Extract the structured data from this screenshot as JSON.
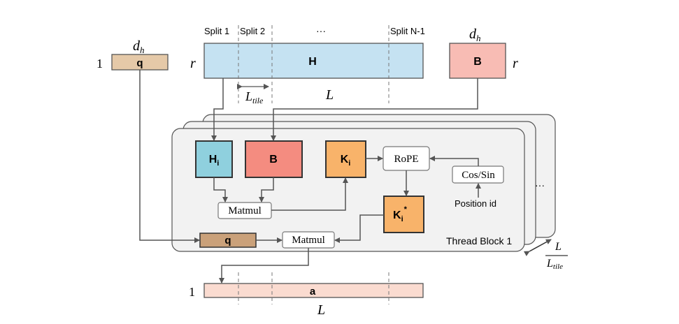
{
  "splits": {
    "split1": "Split 1",
    "split2": "Split 2",
    "dots": "···",
    "splitN": "Split N-1"
  },
  "q_vec": {
    "dim_label": "d",
    "dim_sub": "h",
    "rows_label": "1",
    "label": "q"
  },
  "H_mat": {
    "rows_label": "r",
    "label": "H",
    "len_label": "L",
    "tile_label": "L",
    "tile_sub": "tile"
  },
  "B_mat": {
    "dim_label": "d",
    "dim_sub": "h",
    "rows_label": "r",
    "label": "B"
  },
  "block": {
    "Hi": "H",
    "Hi_sub": "i",
    "B": "B",
    "Ki": "K",
    "Ki_sub": "i",
    "rope": "RoPE",
    "cossin": "Cos/Sin",
    "position": "Position id",
    "matmul1": "Matmul",
    "Ki_star": "K",
    "Ki_star_sub": "i",
    "Ki_star_sup": "*",
    "q": "q",
    "matmul2": "Matmul",
    "name": "Thread Block 1",
    "more": "···"
  },
  "grid": {
    "numer": "L",
    "denom": "L",
    "denom_sub": "tile"
  },
  "out_vec": {
    "rows_label": "1",
    "label": "a",
    "len_label": "L"
  },
  "colors": {
    "H": "#c5e2f2",
    "B": "#f8bcb4",
    "q": "#e5c9a8",
    "Hi": "#8fd0de",
    "Bi": "#f48c80",
    "Ki": "#f8b36a",
    "qi": "#caa17a",
    "a": "#fadbd0",
    "block": "#f2f2f2"
  }
}
